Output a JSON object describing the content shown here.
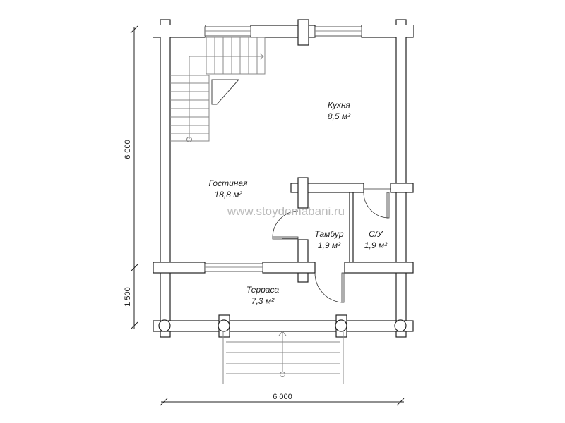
{
  "rooms": [
    {
      "name": "Кухня",
      "area": "8,5 м²"
    },
    {
      "name": "Гостиная",
      "area": "18,8 м²"
    },
    {
      "name": "Тамбур",
      "area": "1,9 м²"
    },
    {
      "name": "С/У",
      "area": "1,9 м²"
    },
    {
      "name": "Терраса",
      "area": "7,3 м²"
    }
  ],
  "dimensions": {
    "width": "6 000",
    "house_depth": "6 000",
    "terrace_depth": "1 500"
  },
  "watermark": "www.stoydomabani.ru"
}
